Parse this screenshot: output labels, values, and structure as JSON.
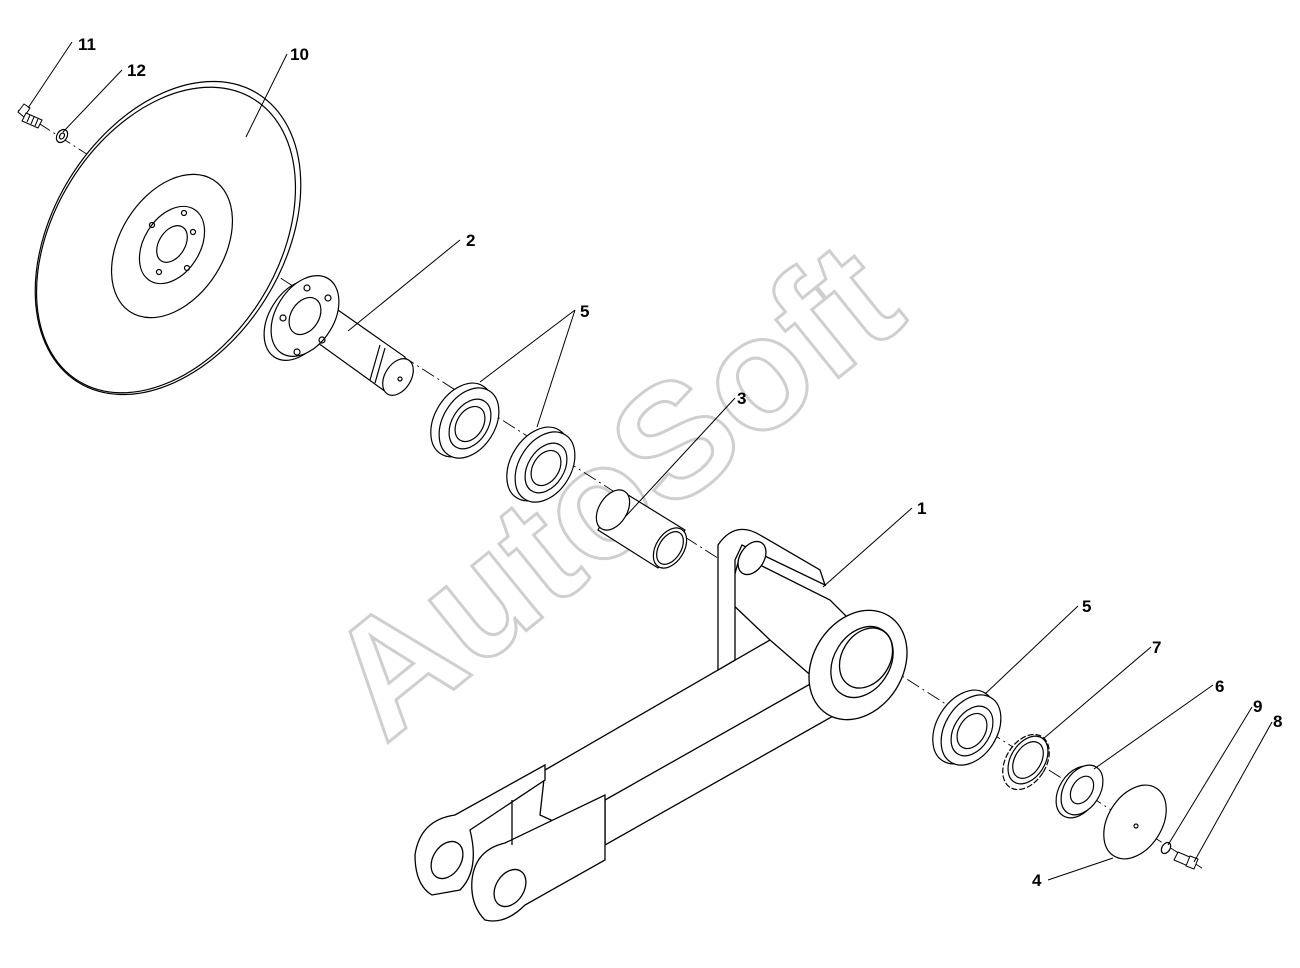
{
  "diagram": {
    "watermark": "AutoSoft",
    "callouts": [
      {
        "id": "11",
        "label": "11"
      },
      {
        "id": "12",
        "label": "12"
      },
      {
        "id": "10",
        "label": "10"
      },
      {
        "id": "2",
        "label": "2"
      },
      {
        "id": "5a",
        "label": "5"
      },
      {
        "id": "3",
        "label": "3"
      },
      {
        "id": "1",
        "label": "1"
      },
      {
        "id": "5b",
        "label": "5"
      },
      {
        "id": "7",
        "label": "7"
      },
      {
        "id": "6",
        "label": "6"
      },
      {
        "id": "9",
        "label": "9"
      },
      {
        "id": "8",
        "label": "8"
      },
      {
        "id": "4",
        "label": "4"
      }
    ]
  }
}
